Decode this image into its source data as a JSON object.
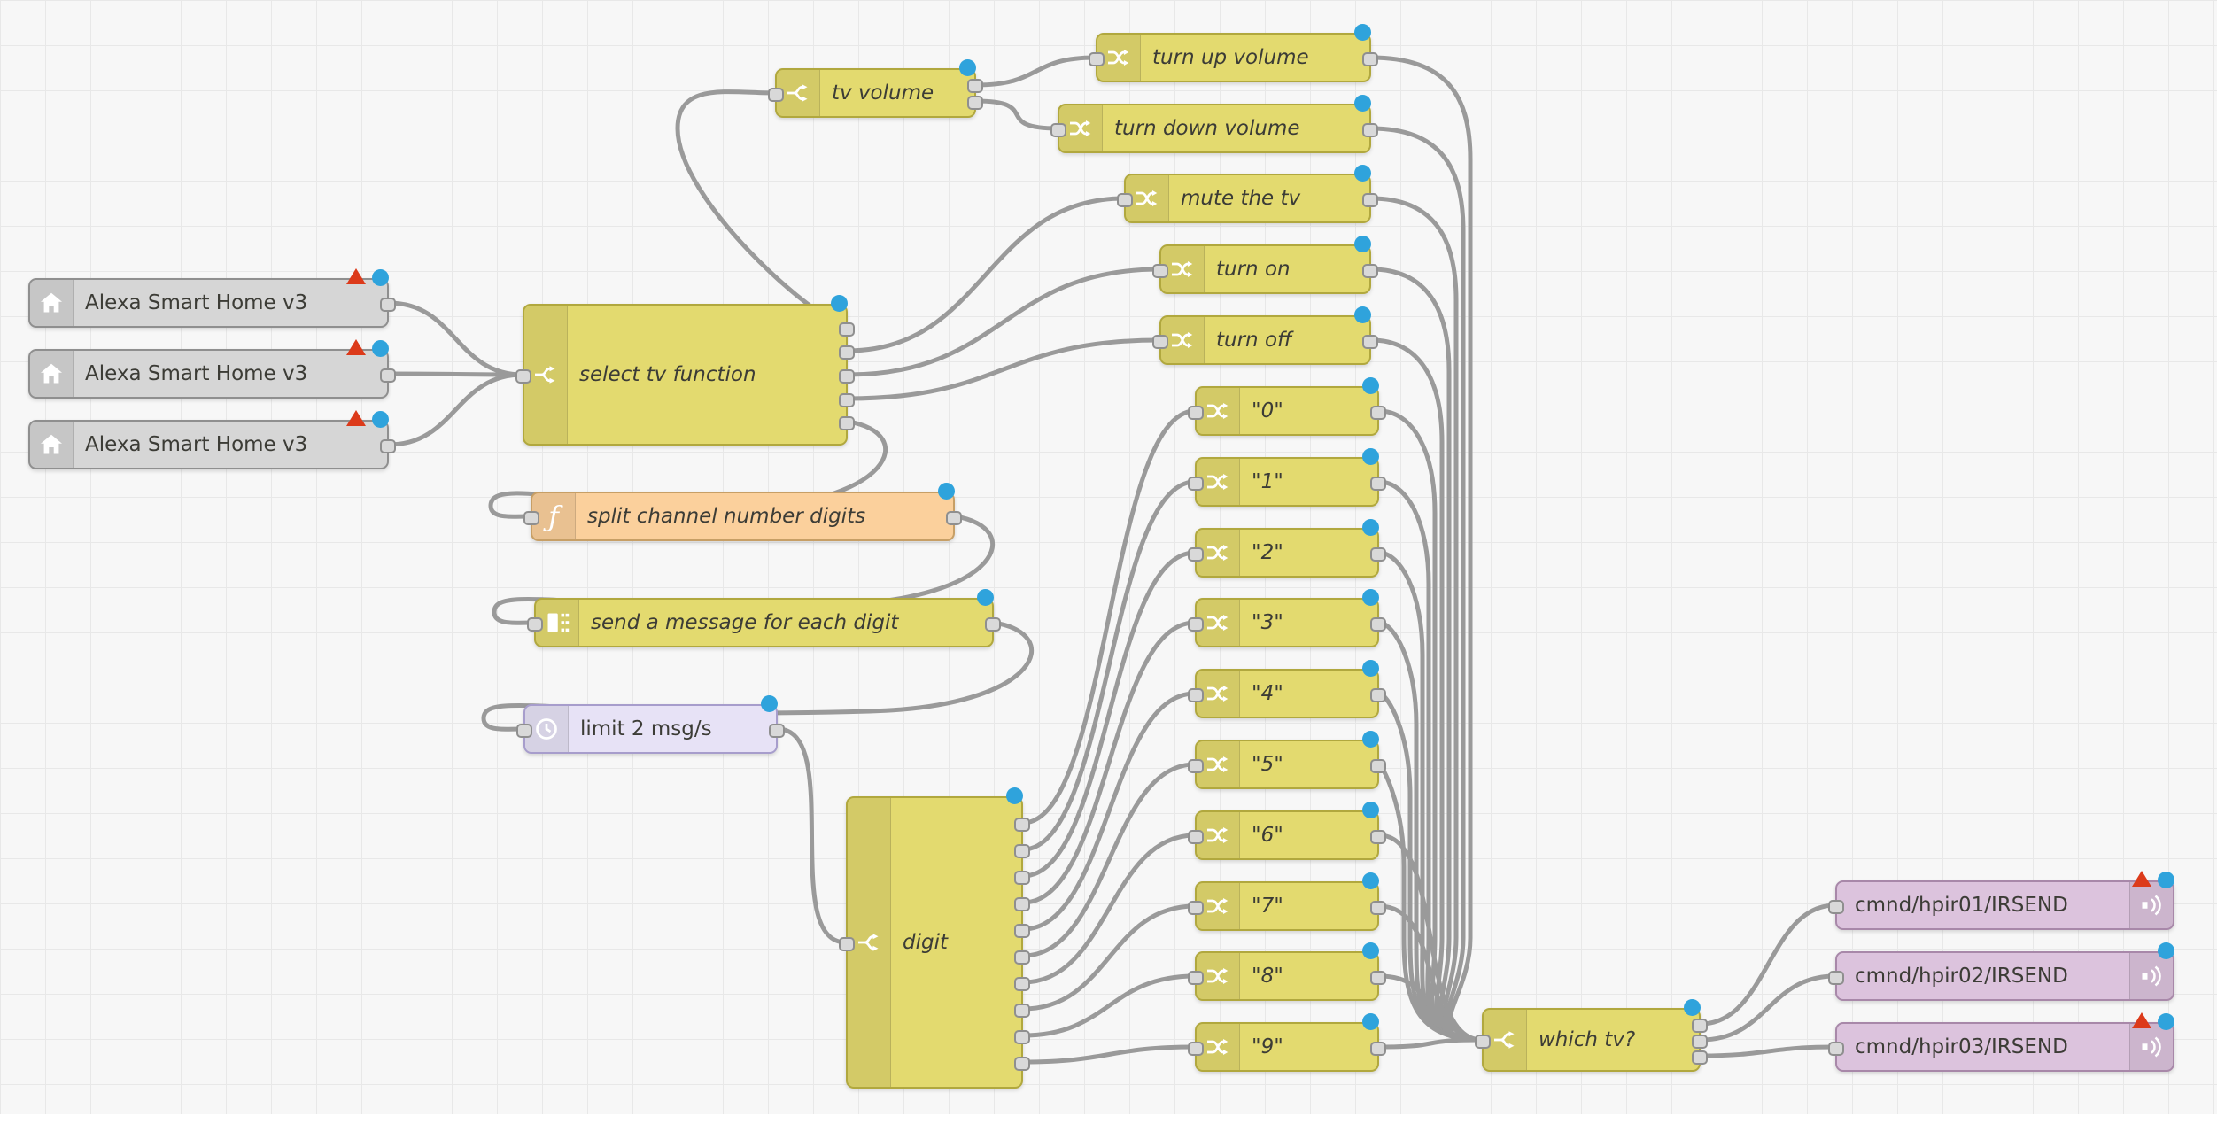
{
  "canvas": {
    "background": "#f7f7f7",
    "grid_color": "#e8e8e8"
  },
  "colors": {
    "switch_node": "#e3da6f",
    "change_node": "#e3da6f",
    "function_node": "#fbd09c",
    "delay_node": "#e7e2f6",
    "mqtt_node": "#dcc3dd",
    "device_node": "#d6d6d6",
    "wire": "#9a9a9a",
    "changed_indicator": "#2fa3dc",
    "error_indicator": "#dc3a1a"
  },
  "nodes": {
    "alexa": [
      {
        "label": "Alexa Smart Home v3",
        "icon": "home-icon"
      },
      {
        "label": "Alexa Smart Home v3",
        "icon": "home-icon"
      },
      {
        "label": "Alexa Smart Home v3",
        "icon": "home-icon"
      }
    ],
    "select": {
      "label": "select tv function",
      "icon": "switch-fork-icon"
    },
    "tv_volume": {
      "label": "tv volume",
      "icon": "switch-fork-icon"
    },
    "turn_up": {
      "label": "turn up volume",
      "icon": "change-shuffle-icon"
    },
    "turn_down": {
      "label": "turn down volume",
      "icon": "change-shuffle-icon"
    },
    "mute": {
      "label": "mute the tv",
      "icon": "change-shuffle-icon"
    },
    "turn_on": {
      "label": "turn on",
      "icon": "change-shuffle-icon"
    },
    "turn_off": {
      "label": "turn off",
      "icon": "change-shuffle-icon"
    },
    "split": {
      "label": "split channel number digits",
      "icon": "function-icon"
    },
    "send_each": {
      "label": "send a message for each digit",
      "icon": "split-icon"
    },
    "limit": {
      "label": "limit 2 msg/s",
      "icon": "clock-icon"
    },
    "digit": {
      "label": "digit",
      "icon": "switch-fork-icon"
    },
    "digits": [
      {
        "label": "\"0\""
      },
      {
        "label": "\"1\""
      },
      {
        "label": "\"2\""
      },
      {
        "label": "\"3\""
      },
      {
        "label": "\"4\""
      },
      {
        "label": "\"5\""
      },
      {
        "label": "\"6\""
      },
      {
        "label": "\"7\""
      },
      {
        "label": "\"8\""
      },
      {
        "label": "\"9\""
      }
    ],
    "which_tv": {
      "label": "which tv?",
      "icon": "switch-fork-icon"
    },
    "mqtt": [
      {
        "label": "cmnd/hpir01/IRSEND",
        "icon": "bridge-signal-icon"
      },
      {
        "label": "cmnd/hpir02/IRSEND",
        "icon": "bridge-signal-icon"
      },
      {
        "label": "cmnd/hpir03/IRSEND",
        "icon": "bridge-signal-icon"
      }
    ]
  }
}
